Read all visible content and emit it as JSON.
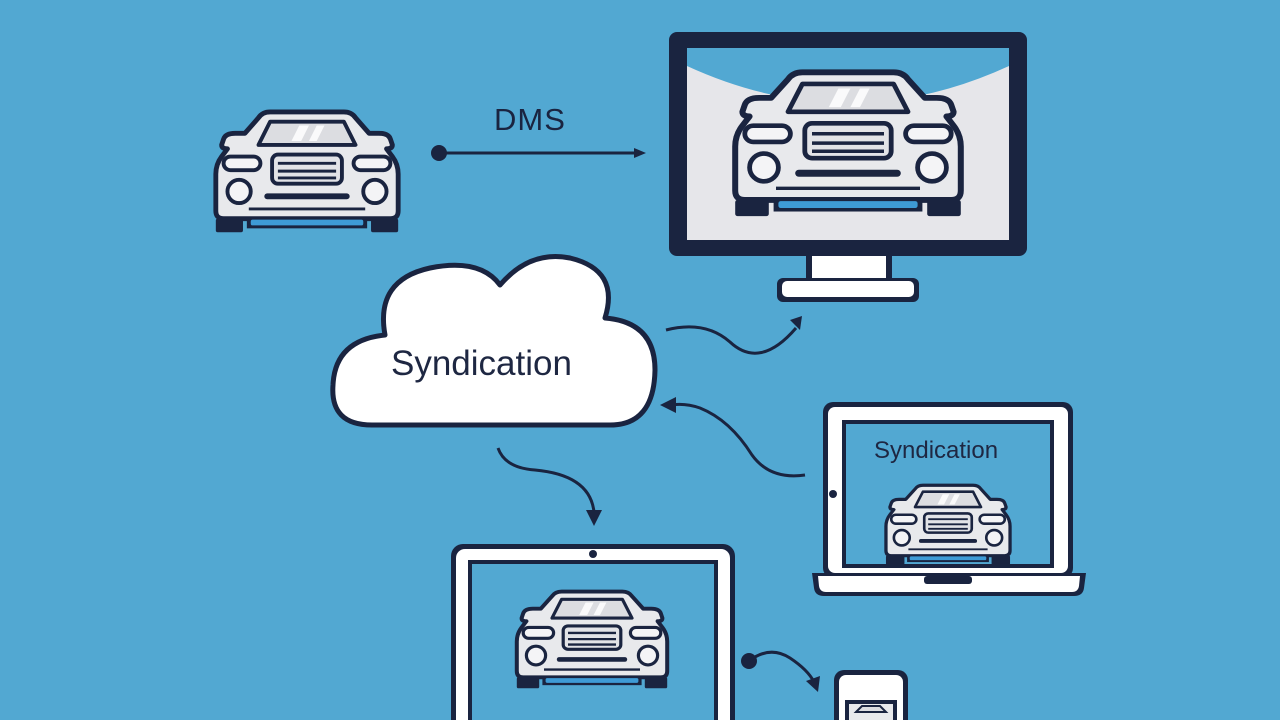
{
  "labels": {
    "dms": "DMS",
    "cloud": "Syndication",
    "laptop_screen": "Syndication"
  },
  "icons": [
    "car-icon",
    "monitor-icon",
    "cloud-icon",
    "laptop-icon",
    "phone-icon",
    "arrow-icon"
  ],
  "colors": {
    "background": "#52A8D2",
    "outline": "#1A2440",
    "car_body": "#E8E9EC",
    "screen_blue": "#52A8D2",
    "accent_blue": "#3E9BD6",
    "device_white": "#FFFFFF"
  }
}
